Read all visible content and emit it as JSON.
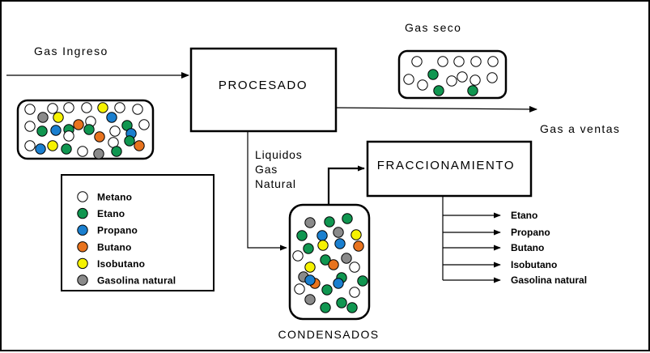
{
  "labels": {
    "gas_ingreso": "Gas Ingreso",
    "procesado": "PROCESADO",
    "gas_seco": "Gas seco",
    "gas_a_ventas": "Gas a ventas",
    "liquidos_gas_natural": [
      "Liquidos",
      "Gas",
      "Natural"
    ],
    "fraccionamiento": "FRACCIONAMIENTO",
    "condensados": "CONDENSADOS"
  },
  "legend": [
    {
      "label": "Metano",
      "color": "#ffffff"
    },
    {
      "label": "Etano",
      "color": "#109650"
    },
    {
      "label": "Propano",
      "color": "#1a7fcf"
    },
    {
      "label": "Butano",
      "color": "#e8731e"
    },
    {
      "label": "Isobutano",
      "color": "#f6f200"
    },
    {
      "label": "Gasolina natural",
      "color": "#8a8a8a"
    }
  ],
  "outputs": [
    "Etano",
    "Propano",
    "Butano",
    "Isobutano",
    "Gasolina natural"
  ],
  "colors": {
    "metano": "#ffffff",
    "etano": "#109650",
    "propano": "#1a7fcf",
    "butano": "#e8731e",
    "isobutano": "#f6f200",
    "gasolina": "#8a8a8a",
    "line": "#000000"
  }
}
